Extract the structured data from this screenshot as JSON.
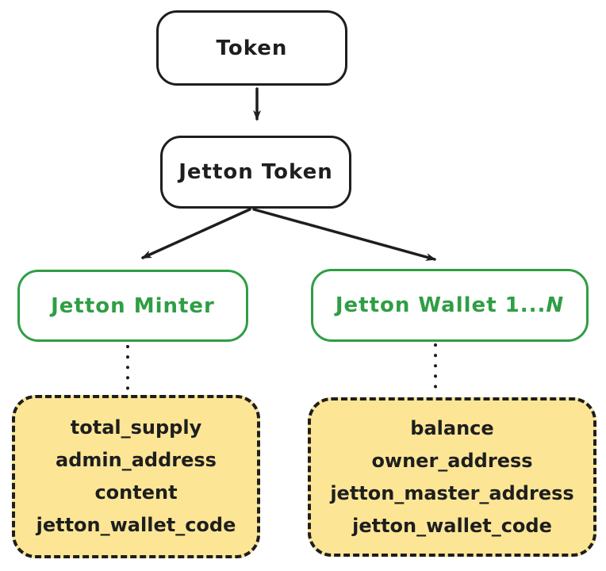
{
  "diagram": {
    "nodes": {
      "token": {
        "label": "Token"
      },
      "jetton_token": {
        "label": "Jetton Token"
      },
      "jetton_minter": {
        "label": "Jetton Minter"
      },
      "jetton_wallet": {
        "label": "Jetton Wallet 1...",
        "label_suffix": "N"
      }
    },
    "attribute_boxes": {
      "minter": {
        "fields": [
          "total_supply",
          "admin_address",
          "content",
          "jetton_wallet_code"
        ]
      },
      "wallet": {
        "fields": [
          "balance",
          "owner_address",
          "jetton_master_address",
          "jetton_wallet_code"
        ]
      }
    },
    "colors": {
      "ink": "#1e1e1e",
      "green": "#2f9e44",
      "yellow_fill": "#fce696",
      "background": "#ffffff"
    }
  }
}
